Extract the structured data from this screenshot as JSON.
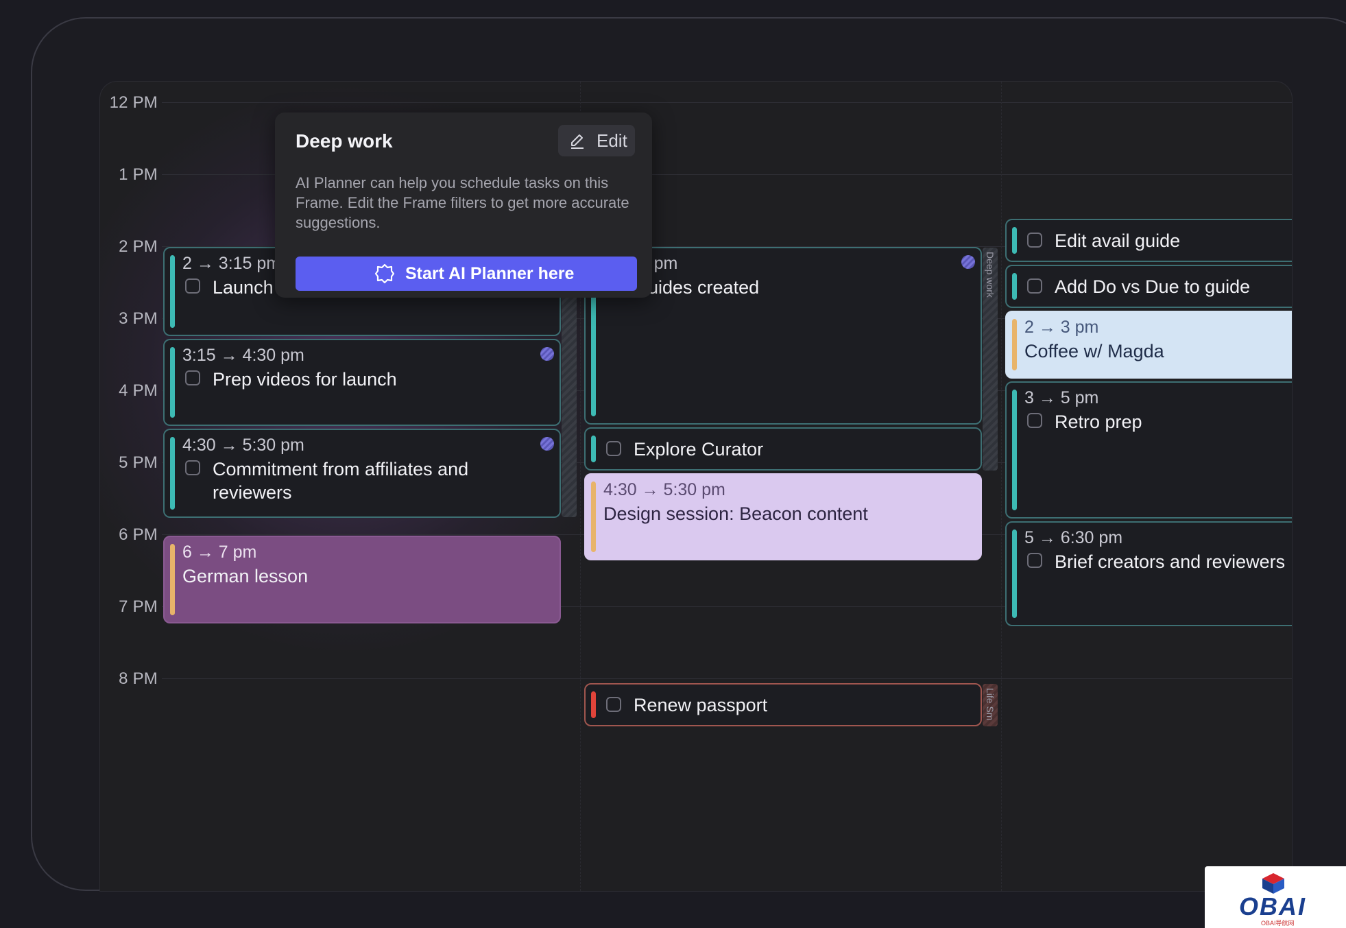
{
  "times": [
    "12 PM",
    "1 PM",
    "2 PM",
    "3 PM",
    "4 PM",
    "5 PM",
    "6 PM",
    "7 PM",
    "8 PM"
  ],
  "popup": {
    "title": "Deep work",
    "edit_label": "Edit",
    "description": "AI Planner can help you schedule tasks on this Frame. Edit the Frame filters to get more accurate suggestions.",
    "cta_label": "Start AI Planner here",
    "cta_color": "#5b5ef0"
  },
  "tags": {
    "deep_work": "Deep work",
    "life_sm": "Life Sm"
  },
  "col1": {
    "launch_time": "2 → 3:15 pm",
    "launch_title": "Launch survey",
    "prep_time": "3:15 → 4:30 pm",
    "prep_title": "Prep videos for launch",
    "commit_time": "4:30 → 5:30 pm",
    "commit_title": "Commitment from affiliates and reviewers",
    "german_time": "6 → 7 pm",
    "german_title": "German lesson"
  },
  "col2": {
    "guides_time": "2 → 4 pm",
    "guides_title": "Guides created",
    "curator_title": "Explore Curator",
    "design_time": "4:30 → 5:30 pm",
    "design_title": "Design session: Beacon content",
    "passport_title": "Renew passport"
  },
  "col3": {
    "avail_title": "Edit avail guide",
    "dodue_title": "Add Do vs Due to guide",
    "coffee_time": "2 → 3 pm",
    "coffee_title": "Coffee w/ Magda",
    "retro_time": "3 → 5 pm",
    "retro_title": "Retro prep",
    "brief_time": "5 → 6:30 pm",
    "brief_title": "Brief creators and reviewers"
  },
  "watermark": {
    "brand": "OBAI",
    "sub": "OBAI导航网"
  },
  "colors": {
    "accent_teal": "#3dbab4",
    "accent_orange": "#e8b46a",
    "accent_red": "#e0443a",
    "event_lavender": "#dac9ef",
    "event_purple": "#7b4d82",
    "event_lightblue": "#d4e4f4"
  }
}
